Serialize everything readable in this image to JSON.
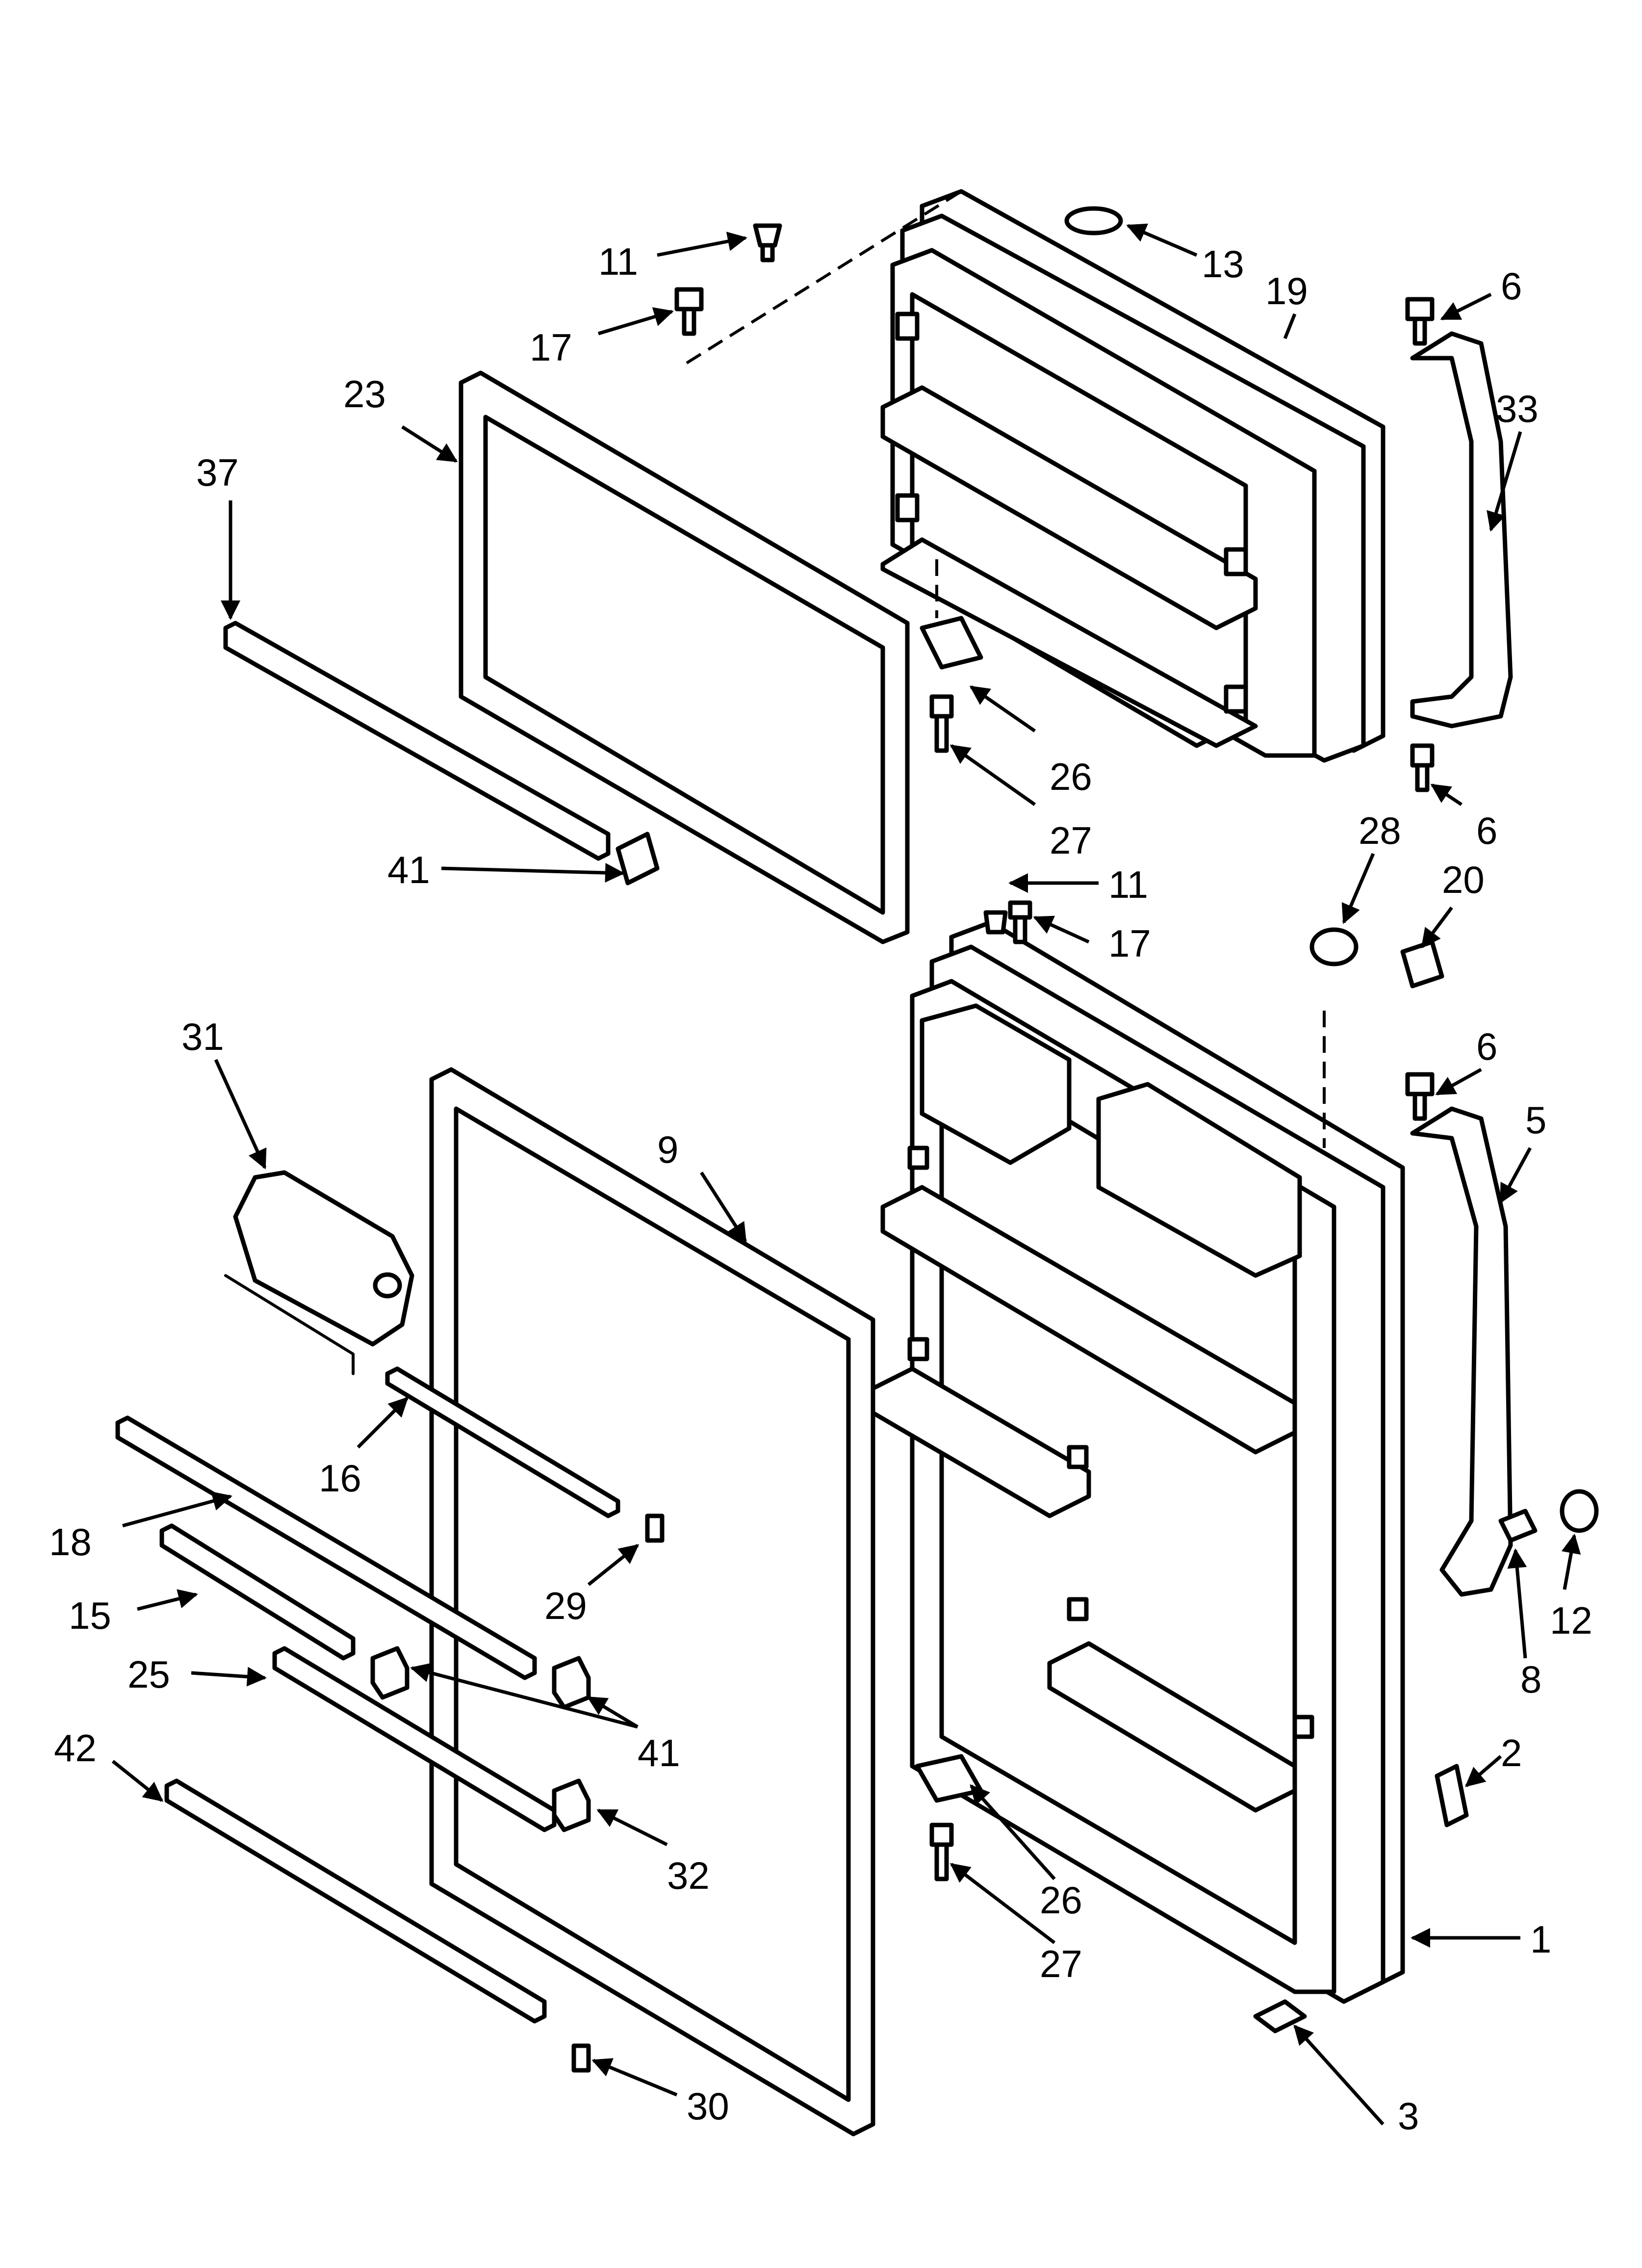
{
  "diagram": {
    "callouts": [
      {
        "id": "c11a",
        "text": "11"
      },
      {
        "id": "c17a",
        "text": "17"
      },
      {
        "id": "c13",
        "text": "13"
      },
      {
        "id": "c19",
        "text": "19"
      },
      {
        "id": "c6a",
        "text": "6"
      },
      {
        "id": "c33",
        "text": "33"
      },
      {
        "id": "c23",
        "text": "23"
      },
      {
        "id": "c37",
        "text": "37"
      },
      {
        "id": "c26a",
        "text": "26"
      },
      {
        "id": "c27a",
        "text": "27"
      },
      {
        "id": "c6b",
        "text": "6"
      },
      {
        "id": "c41a",
        "text": "41"
      },
      {
        "id": "c28",
        "text": "28"
      },
      {
        "id": "c20",
        "text": "20"
      },
      {
        "id": "c11b",
        "text": "11"
      },
      {
        "id": "c17b",
        "text": "17"
      },
      {
        "id": "c6c",
        "text": "6"
      },
      {
        "id": "c5",
        "text": "5"
      },
      {
        "id": "c31",
        "text": "31"
      },
      {
        "id": "c9",
        "text": "9"
      },
      {
        "id": "c16",
        "text": "16"
      },
      {
        "id": "c18",
        "text": "18"
      },
      {
        "id": "c29",
        "text": "29"
      },
      {
        "id": "c15",
        "text": "15"
      },
      {
        "id": "c25",
        "text": "25"
      },
      {
        "id": "c41b",
        "text": "41"
      },
      {
        "id": "c42",
        "text": "42"
      },
      {
        "id": "c32",
        "text": "32"
      },
      {
        "id": "c8",
        "text": "8"
      },
      {
        "id": "c12",
        "text": "12"
      },
      {
        "id": "c2",
        "text": "2"
      },
      {
        "id": "c26b",
        "text": "26"
      },
      {
        "id": "c27b",
        "text": "27"
      },
      {
        "id": "c1",
        "text": "1"
      },
      {
        "id": "c3",
        "text": "3"
      },
      {
        "id": "c30",
        "text": "30"
      }
    ]
  }
}
